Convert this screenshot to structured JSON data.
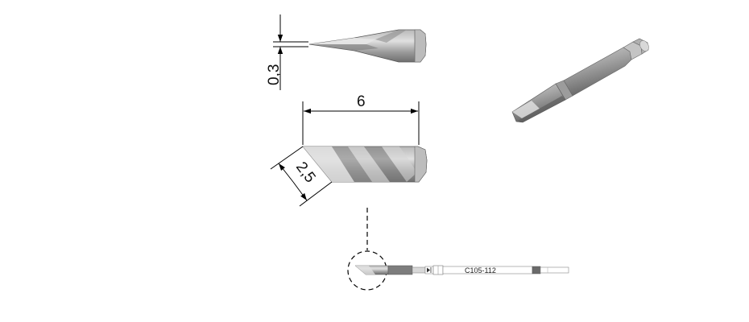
{
  "drawing": {
    "dim_thickness": "0,3",
    "dim_length": "6",
    "dim_width": "2,5",
    "model_code": "C105-112"
  },
  "colors": {
    "metal_light": "#c9c9c9",
    "metal_mid": "#a9a9a9",
    "metal_dark": "#7d7d7d",
    "metal_darker": "#5e5e5e",
    "line": "#000000"
  }
}
